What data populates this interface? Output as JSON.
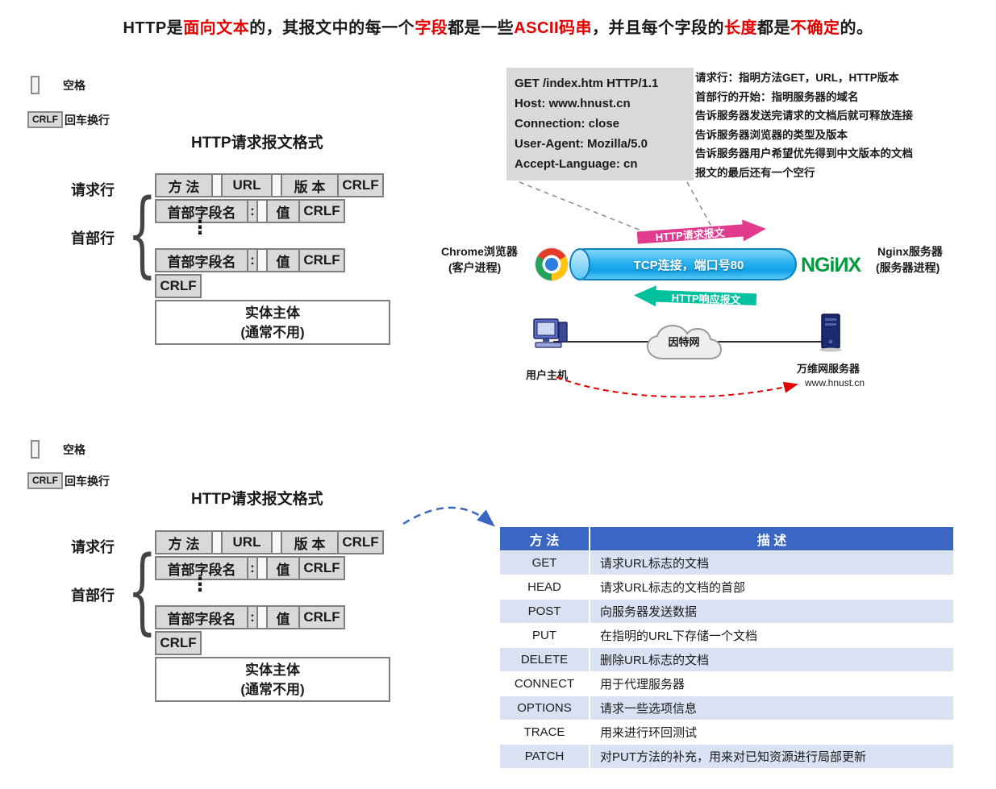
{
  "title": {
    "segments": [
      {
        "text": "HTTP是"
      },
      {
        "text": "面向文本"
      },
      {
        "text": "的，其报文中的每一个"
      },
      {
        "text": "字段"
      },
      {
        "text": "都是一些"
      },
      {
        "text": "ASCII码串"
      },
      {
        "text": "，并且每个字段的"
      },
      {
        "text": "长度"
      },
      {
        "text": "都是"
      },
      {
        "text": "不确定"
      },
      {
        "text": "的。"
      }
    ]
  },
  "legend": {
    "space_label": "空格",
    "crlf_box_label": "CRLF",
    "crlf_label": "回车换行"
  },
  "format_diagram": {
    "heading": "HTTP请求报文格式",
    "request_line_label": "请求行",
    "header_lines_label": "首部行",
    "cells": {
      "method": "方 法",
      "url": "URL",
      "version": "版 本",
      "crlf": "CRLF",
      "header_field_name": "首部字段名",
      "colon": ":",
      "value": "值",
      "dots": "⋮"
    },
    "entity_body_line1": "实体主体",
    "entity_body_line2": "(通常不用)"
  },
  "request_example": {
    "lines": [
      "GET /index.htm HTTP/1.1",
      "Host: www.hnust.cn",
      "Connection: close",
      "User-Agent:  Mozilla/5.0",
      "Accept-Language: cn"
    ]
  },
  "annotations": {
    "lines": [
      "请求行：指明方法GET，URL，HTTP版本",
      "首部行的开始：指明服务器的域名",
      "告诉服务器发送完请求的文档后就可释放连接",
      "告诉服务器浏览器的类型及版本",
      "告诉服务器用户希望优先得到中文版本的文档",
      "报文的最后还有一个空行"
    ]
  },
  "network": {
    "client_name": "Chrome浏览器",
    "client_role": "(客户进程)",
    "nginx_logo": "NGiИX",
    "server_name": "Nginx服务器",
    "server_role": "(服务器进程)",
    "tcp_label": "TCP连接，端口号80",
    "request_arrow_label": "HTTP请求报文",
    "response_arrow_label": "HTTP响应报文",
    "user_host_label": "用户主机",
    "internet_label": "因特网",
    "web_server_label": "万维网服务器",
    "web_server_domain": "www.hnust.cn"
  },
  "methods_table": {
    "headers": [
      "方 法",
      "描 述"
    ],
    "rows": [
      {
        "method": "GET",
        "description": "请求URL标志的文档"
      },
      {
        "method": "HEAD",
        "description": "请求URL标志的文档的首部"
      },
      {
        "method": "POST",
        "description": "向服务器发送数据"
      },
      {
        "method": "PUT",
        "description": "在指明的URL下存储一个文档"
      },
      {
        "method": "DELETE",
        "description": "删除URL标志的文档"
      },
      {
        "method": "CONNECT",
        "description": "用于代理服务器"
      },
      {
        "method": "OPTIONS",
        "description": "请求一些选项信息"
      },
      {
        "method": "TRACE",
        "description": "用来进行环回测试"
      },
      {
        "method": "PATCH",
        "description": "对PUT方法的补充，用来对已知资源进行局部更新"
      }
    ]
  },
  "colors": {
    "accent_red": "#e60000",
    "table_header_blue": "#3a66c4",
    "table_stripe_blue": "#d9e2f3",
    "pipe_blue": "#29b2ef",
    "request_arrow_pink": "#e23a8e",
    "response_arrow_teal": "#00c19e",
    "nginx_green": "#009b3e",
    "panel_gray": "#d9d9d9"
  }
}
